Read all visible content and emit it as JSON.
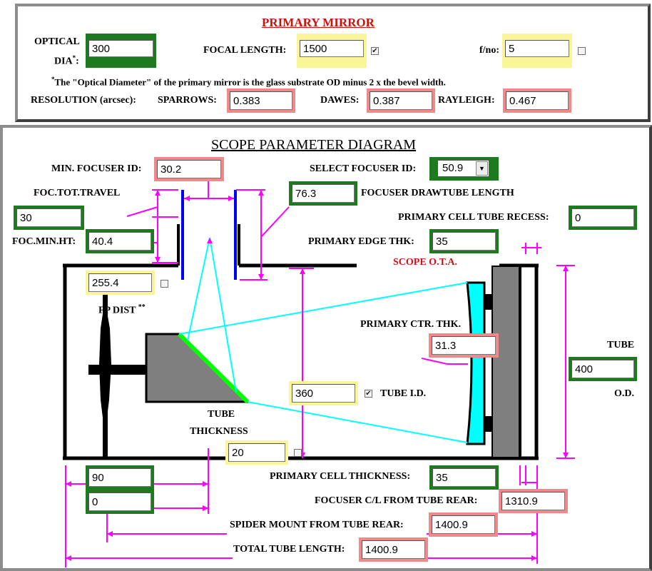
{
  "colors": {
    "green": "#1e7a1e",
    "pink": "#f08a8a",
    "yellow": "#fbf59a",
    "title_red": "#cc1111",
    "magenta": "#ff00ff",
    "cyan": "#00ffff",
    "diagonal": "#00ff00",
    "blue": "#0000ee",
    "gray": "#7f7f7f"
  },
  "primary_mirror": {
    "title": "PRIMARY MIRROR",
    "optical_dia_label_1": "OPTICAL",
    "optical_dia_label_2": "DIA",
    "asterisk": "*",
    "colon": ":",
    "optical_dia": "300",
    "focal_length_label": "FOCAL LENGTH:",
    "focal_length": "1500",
    "focal_length_locked": true,
    "fno_label": "f/no:",
    "fno": "5",
    "fno_locked": false,
    "note": "The \"Optical Diameter\" of the primary mirror is the glass substrate OD minus 2 x the bevel width.",
    "resolution_label": "RESOLUTION (arcsec):",
    "sparrows_label": "SPARROWS:",
    "sparrows": "0.383",
    "dawes_label": "DAWES:",
    "dawes": "0.387",
    "rayleigh_label": "RAYLEIGH:",
    "rayleigh": "0.467"
  },
  "diagram": {
    "title": "SCOPE PARAMETER DIAGRAM",
    "min_focuser_id_label": "MIN. FOCUSER ID:",
    "min_focuser_id": "30.2",
    "select_focuser_id_label": "SELECT FOCUSER ID:",
    "select_focuser_id": "50.9",
    "foc_tot_travel_label": "FOC.TOT.TRAVEL",
    "foc_tot_travel": "30",
    "drawtube_length": "76.3",
    "drawtube_length_label": "FOCUSER DRAWTUBE LENGTH",
    "cell_tube_recess_label": "PRIMARY CELL TUBE RECESS:",
    "cell_tube_recess": "0",
    "foc_min_ht_label": "FOC.MIN.HT:",
    "foc_min_ht": "40.4",
    "primary_edge_thk_label": "PRIMARY EDGE THK:",
    "primary_edge_thk": "35",
    "scope_ota_label": "SCOPE O.T.A.",
    "fp_dist": "255.4",
    "fp_dist_locked": false,
    "fp_dist_label": "FP DIST",
    "fp_dist_mark": "**",
    "primary_ctr_thk_label": "PRIMARY CTR. THK.",
    "primary_ctr_thk": "31.3",
    "tube_od_label_1": "TUBE",
    "tube_od": "400",
    "tube_od_label_2": "O.D.",
    "tube_id": "360",
    "tube_id_locked": true,
    "tube_id_label": "TUBE I.D.",
    "tube_thickness_label_1": "TUBE",
    "tube_thickness_label_2": "THICKNESS",
    "tube_thickness": "20",
    "tube_thickness_locked": false,
    "val_90": "90",
    "val_0": "0",
    "primary_cell_thickness_label": "PRIMARY CELL THICKNESS:",
    "primary_cell_thickness": "35",
    "focuser_cl_label": "FOCUSER C/L FROM TUBE REAR:",
    "focuser_cl": "1310.9",
    "spider_mount_label": "SPIDER MOUNT FROM TUBE REAR:",
    "spider_mount": "1400.9",
    "total_tube_length_label": "TOTAL TUBE LENGTH:",
    "total_tube_length": "1400.9"
  }
}
